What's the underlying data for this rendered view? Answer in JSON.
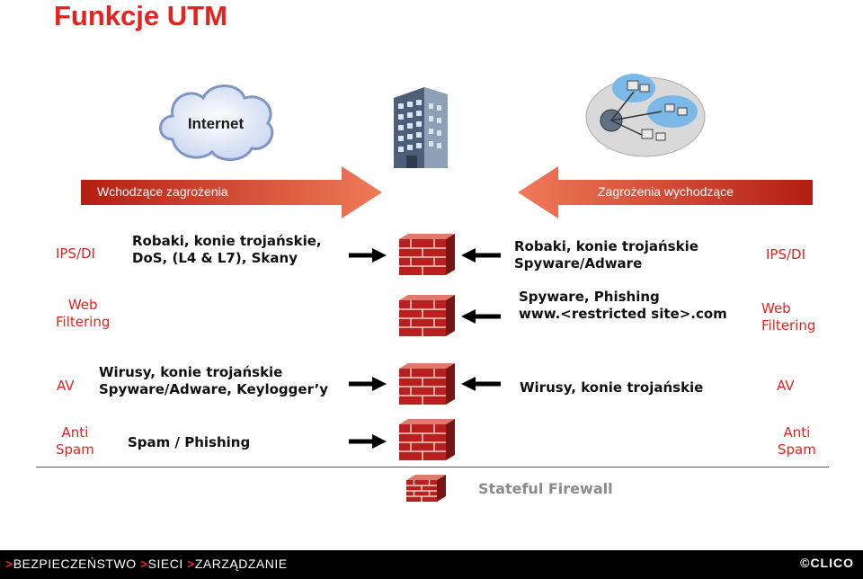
{
  "title": "Funkcje UTM",
  "cloud_label": "Internet",
  "banner_left": "Wchodzące zagrożenia",
  "banner_right": "Zagrożenia wychodzące",
  "rows": [
    {
      "left_label": "IPS/DI",
      "left_text": [
        "Robaki, konie trojańskie,",
        "DoS, (L4 & L7), Skany"
      ],
      "right_text": [
        "Robaki, konie trojańskie",
        "Spyware/Adware"
      ],
      "right_label": "IPS/DI"
    },
    {
      "left_label": [
        "Web",
        "Filtering"
      ],
      "right_text": [
        "Spyware, Phishing",
        "www.<restricted site>.com"
      ],
      "right_label": [
        "Web",
        "Filtering"
      ]
    },
    {
      "left_label": "AV",
      "left_text": [
        "Wirusy, konie trojańskie",
        "Spyware/Adware, Keylogger’y"
      ],
      "right_text": [
        "Wirusy, konie trojańskie"
      ],
      "right_label": "AV"
    },
    {
      "left_label": [
        "Anti",
        "Spam"
      ],
      "left_text": [
        "Spam / Phishing"
      ],
      "right_label": [
        "Anti",
        "Spam"
      ]
    }
  ],
  "stateful_firewall": "Stateful Firewall",
  "footer": {
    "items": [
      "BEZPIECZEŃSTWO",
      "SIECI",
      "ZARZĄDZANIE"
    ],
    "prefix": ">",
    "brand": "©CLICO"
  },
  "colors": {
    "accent": "#e8211c",
    "banner_dark": "#b41e10",
    "banner_light": "#f07a5a",
    "brick": "#b8201f"
  }
}
